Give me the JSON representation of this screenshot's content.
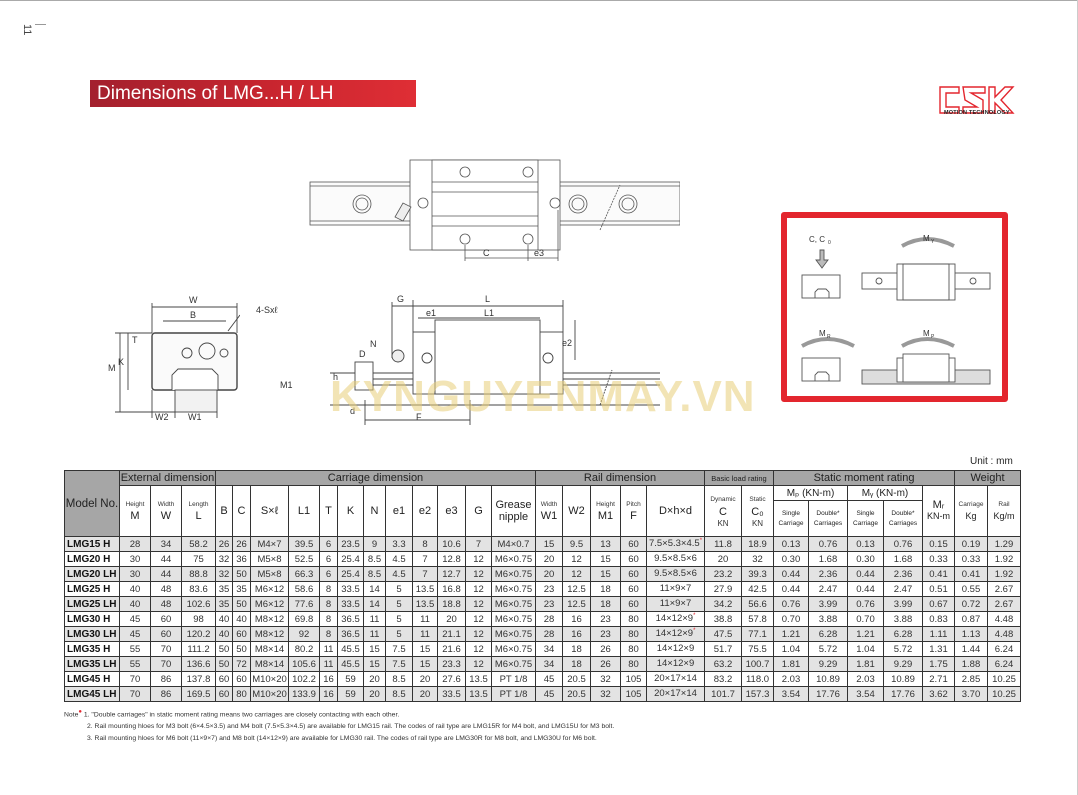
{
  "page": {
    "number": "11",
    "title": "Dimensions of LMG...H / LH",
    "unit": "Unit : mm"
  },
  "brand": {
    "logo_text": "CSK",
    "tagline": "MOTION TECHNOLOGY",
    "accent_color": "#e3262e"
  },
  "watermark": "KYNGUYENMAY.VN",
  "drawing_labels": {
    "top_view": [
      "C",
      "e3"
    ],
    "end_view": [
      "W",
      "B",
      "4-Sxℓ",
      "T",
      "K",
      "M",
      "W2",
      "W1"
    ],
    "side_view": [
      "G",
      "L",
      "e1",
      "L1",
      "N",
      "e2",
      "D",
      "h",
      "M1",
      "d",
      "F"
    ]
  },
  "moment_diagram": {
    "load_label": "C, C₀",
    "labels": [
      "C, C0",
      "MY",
      "MR",
      "MP"
    ]
  },
  "table": {
    "group_headers": {
      "model": "Model No.",
      "external": "External dimension",
      "carriage": "Carriage dimension",
      "rail": "Rail dimension",
      "load": "Basic load rating",
      "moment": "Static moment rating",
      "weight": "Weight"
    },
    "sub_headers": {
      "height": "Height",
      "M": "M",
      "width": "Width",
      "W": "W",
      "length": "Length",
      "L": "L",
      "B": "B",
      "C": "C",
      "Sxl": "S×ℓ",
      "L1": "L1",
      "T": "T",
      "K": "K",
      "N": "N",
      "e1": "e1",
      "e2": "e2",
      "e3": "e3",
      "G": "G",
      "grease": "Grease nipple",
      "rail_width": "Width",
      "W1": "W1",
      "W2": "W2",
      "rail_height": "Height",
      "M1": "M1",
      "pitch": "Pitch",
      "F": "F",
      "Dhd": "D×h×d",
      "dynamic": "Dynamic",
      "Cdyn": "C",
      "kn1": "KN",
      "static": "Static",
      "C0": "C₀",
      "kn2": "KN",
      "MP": "Mₚ (KN-m)",
      "MY": "Mᵧ (KN-m)",
      "single": "Single Carriage",
      "double": "Double* Carriages",
      "MR": "Mᵣ",
      "MR_unit": "KN-m",
      "carriage": "Carriage",
      "kg": "Kg",
      "rail": "Rail",
      "kgm": "Kg/m"
    },
    "rows": [
      {
        "model": "LMG15 H",
        "M": "28",
        "W": "34",
        "L": "58.2",
        "B": "26",
        "C": "26",
        "Sxl": "M4×7",
        "L1": "39.5",
        "T": "6",
        "K": "23.5",
        "N": "9",
        "e1": "3.3",
        "e2": "8",
        "e3": "10.6",
        "G": "7",
        "grease": "M4×0.7",
        "W1": "15",
        "W2": "9.5",
        "M1": "13",
        "F": "60",
        "Dhd": "7.5×5.3×4.5",
        "Dhd_note": "*",
        "Cdyn": "11.8",
        "C0": "18.9",
        "MPs": "0.13",
        "MPd": "0.76",
        "MYs": "0.13",
        "MYd": "0.76",
        "MR": "0.15",
        "kg": "0.19",
        "kgm": "1.29"
      },
      {
        "model": "LMG20 H",
        "M": "30",
        "W": "44",
        "L": "75",
        "B": "32",
        "C": "36",
        "Sxl": "M5×8",
        "L1": "52.5",
        "T": "6",
        "K": "25.4",
        "N": "8.5",
        "e1": "4.5",
        "e2": "7",
        "e3": "12.8",
        "G": "12",
        "grease": "M6×0.75",
        "W1": "20",
        "W2": "12",
        "M1": "15",
        "F": "60",
        "Dhd": "9.5×8.5×6",
        "Dhd_note": "",
        "Cdyn": "20",
        "C0": "32",
        "MPs": "0.30",
        "MPd": "1.68",
        "MYs": "0.30",
        "MYd": "1.68",
        "MR": "0.33",
        "kg": "0.33",
        "kgm": "1.92"
      },
      {
        "model": "LMG20 LH",
        "M": "30",
        "W": "44",
        "L": "88.8",
        "B": "32",
        "C": "50",
        "Sxl": "M5×8",
        "L1": "66.3",
        "T": "6",
        "K": "25.4",
        "N": "8.5",
        "e1": "4.5",
        "e2": "7",
        "e3": "12.7",
        "G": "12",
        "grease": "M6×0.75",
        "W1": "20",
        "W2": "12",
        "M1": "15",
        "F": "60",
        "Dhd": "9.5×8.5×6",
        "Dhd_note": "",
        "Cdyn": "23.2",
        "C0": "39.3",
        "MPs": "0.44",
        "MPd": "2.36",
        "MYs": "0.44",
        "MYd": "2.36",
        "MR": "0.41",
        "kg": "0.41",
        "kgm": "1.92"
      },
      {
        "model": "LMG25 H",
        "M": "40",
        "W": "48",
        "L": "83.6",
        "B": "35",
        "C": "35",
        "Sxl": "M6×12",
        "L1": "58.6",
        "T": "8",
        "K": "33.5",
        "N": "14",
        "e1": "5",
        "e2": "13.5",
        "e3": "16.8",
        "G": "12",
        "grease": "M6×0.75",
        "W1": "23",
        "W2": "12.5",
        "M1": "18",
        "F": "60",
        "Dhd": "11×9×7",
        "Dhd_note": "",
        "Cdyn": "27.9",
        "C0": "42.5",
        "MPs": "0.44",
        "MPd": "2.47",
        "MYs": "0.44",
        "MYd": "2.47",
        "MR": "0.51",
        "kg": "0.55",
        "kgm": "2.67"
      },
      {
        "model": "LMG25 LH",
        "M": "40",
        "W": "48",
        "L": "102.6",
        "B": "35",
        "C": "50",
        "Sxl": "M6×12",
        "L1": "77.6",
        "T": "8",
        "K": "33.5",
        "N": "14",
        "e1": "5",
        "e2": "13.5",
        "e3": "18.8",
        "G": "12",
        "grease": "M6×0.75",
        "W1": "23",
        "W2": "12.5",
        "M1": "18",
        "F": "60",
        "Dhd": "11×9×7",
        "Dhd_note": "",
        "Cdyn": "34.2",
        "C0": "56.6",
        "MPs": "0.76",
        "MPd": "3.99",
        "MYs": "0.76",
        "MYd": "3.99",
        "MR": "0.67",
        "kg": "0.72",
        "kgm": "2.67"
      },
      {
        "model": "LMG30 H",
        "M": "45",
        "W": "60",
        "L": "98",
        "B": "40",
        "C": "40",
        "Sxl": "M8×12",
        "L1": "69.8",
        "T": "8",
        "K": "36.5",
        "N": "11",
        "e1": "5",
        "e2": "11",
        "e3": "20",
        "G": "12",
        "grease": "M6×0.75",
        "W1": "28",
        "W2": "16",
        "M1": "23",
        "F": "80",
        "Dhd": "14×12×9",
        "Dhd_note": "*",
        "Cdyn": "38.8",
        "C0": "57.8",
        "MPs": "0.70",
        "MPd": "3.88",
        "MYs": "0.70",
        "MYd": "3.88",
        "MR": "0.83",
        "kg": "0.87",
        "kgm": "4.48"
      },
      {
        "model": "LMG30 LH",
        "M": "45",
        "W": "60",
        "L": "120.2",
        "B": "40",
        "C": "60",
        "Sxl": "M8×12",
        "L1": "92",
        "T": "8",
        "K": "36.5",
        "N": "11",
        "e1": "5",
        "e2": "11",
        "e3": "21.1",
        "G": "12",
        "grease": "M6×0.75",
        "W1": "28",
        "W2": "16",
        "M1": "23",
        "F": "80",
        "Dhd": "14×12×9",
        "Dhd_note": "*",
        "Cdyn": "47.5",
        "C0": "77.1",
        "MPs": "1.21",
        "MPd": "6.28",
        "MYs": "1.21",
        "MYd": "6.28",
        "MR": "1.11",
        "kg": "1.13",
        "kgm": "4.48"
      },
      {
        "model": "LMG35 H",
        "M": "55",
        "W": "70",
        "L": "111.2",
        "B": "50",
        "C": "50",
        "Sxl": "M8×14",
        "L1": "80.2",
        "T": "11",
        "K": "45.5",
        "N": "15",
        "e1": "7.5",
        "e2": "15",
        "e3": "21.6",
        "G": "12",
        "grease": "M6×0.75",
        "W1": "34",
        "W2": "18",
        "M1": "26",
        "F": "80",
        "Dhd": "14×12×9",
        "Dhd_note": "",
        "Cdyn": "51.7",
        "C0": "75.5",
        "MPs": "1.04",
        "MPd": "5.72",
        "MYs": "1.04",
        "MYd": "5.72",
        "MR": "1.31",
        "kg": "1.44",
        "kgm": "6.24"
      },
      {
        "model": "LMG35 LH",
        "M": "55",
        "W": "70",
        "L": "136.6",
        "B": "50",
        "C": "72",
        "Sxl": "M8×14",
        "L1": "105.6",
        "T": "11",
        "K": "45.5",
        "N": "15",
        "e1": "7.5",
        "e2": "15",
        "e3": "23.3",
        "G": "12",
        "grease": "M6×0.75",
        "W1": "34",
        "W2": "18",
        "M1": "26",
        "F": "80",
        "Dhd": "14×12×9",
        "Dhd_note": "",
        "Cdyn": "63.2",
        "C0": "100.7",
        "MPs": "1.81",
        "MPd": "9.29",
        "MYs": "1.81",
        "MYd": "9.29",
        "MR": "1.75",
        "kg": "1.88",
        "kgm": "6.24"
      },
      {
        "model": "LMG45 H",
        "M": "70",
        "W": "86",
        "L": "137.8",
        "B": "60",
        "C": "60",
        "Sxl": "M10×20",
        "L1": "102.2",
        "T": "16",
        "K": "59",
        "N": "20",
        "e1": "8.5",
        "e2": "20",
        "e3": "27.6",
        "G": "13.5",
        "grease": "PT 1/8",
        "W1": "45",
        "W2": "20.5",
        "M1": "32",
        "F": "105",
        "Dhd": "20×17×14",
        "Dhd_note": "",
        "Cdyn": "83.2",
        "C0": "118.0",
        "MPs": "2.03",
        "MPd": "10.89",
        "MYs": "2.03",
        "MYd": "10.89",
        "MR": "2.71",
        "kg": "2.85",
        "kgm": "10.25"
      },
      {
        "model": "LMG45 LH",
        "M": "70",
        "W": "86",
        "L": "169.5",
        "B": "60",
        "C": "80",
        "Sxl": "M10×20",
        "L1": "133.9",
        "T": "16",
        "K": "59",
        "N": "20",
        "e1": "8.5",
        "e2": "20",
        "e3": "33.5",
        "G": "13.5",
        "grease": "PT 1/8",
        "W1": "45",
        "W2": "20.5",
        "M1": "32",
        "F": "105",
        "Dhd": "20×17×14",
        "Dhd_note": "",
        "Cdyn": "101.7",
        "C0": "157.3",
        "MPs": "3.54",
        "MPd": "17.76",
        "MYs": "3.54",
        "MYd": "17.76",
        "MR": "3.62",
        "kg": "3.70",
        "kgm": "10.25"
      }
    ]
  },
  "notes": {
    "label": "Note",
    "items": [
      "1. \"Double carriages\" in static moment rating means two carriages are closely contacting with each other.",
      "2. Rail mounting hloes for M3 bolt (6×4.5×3.5) and M4 bolt (7.5×5.3×4.5) are available for LMG15 rail. The codes of rail type are LMG15R for M4 bolt, and LMG15U for M3 bolt.",
      "3. Rail mounting hloes for M6 bolt (11×9×7) and M8 bolt (14×12×9) are available for LMG30 rail. The codes of rail type are LMG30R for M8 bolt, and LMG30U for M6 bolt."
    ]
  }
}
